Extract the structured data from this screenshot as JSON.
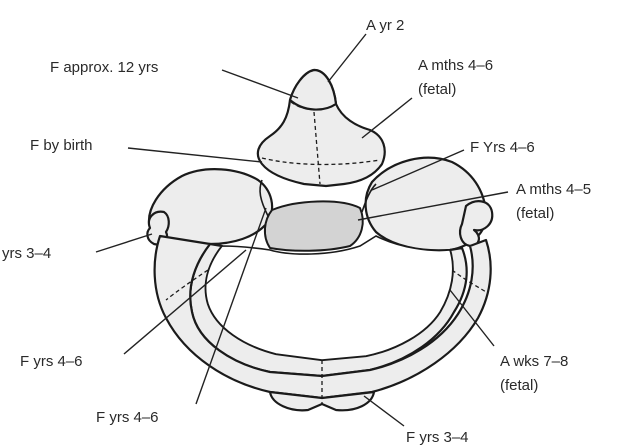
{
  "labels": {
    "a_yr2": "A yr 2",
    "f_approx_12": "F approx. 12 yrs",
    "a_mths_4_6_line1": "A mths 4–6",
    "a_mths_4_6_line2": "(fetal)",
    "f_by_birth": "F by birth",
    "f_yrs_4_6_right": "F Yrs 4–6",
    "a_mths_4_5_line1": "A mths 4–5",
    "a_mths_4_5_line2": "(fetal)",
    "yrs_3_4_left": "yrs 3–4",
    "f_yrs_4_6_left": "F yrs 4–6",
    "a_wks_7_8_line1": "A wks 7–8",
    "a_wks_7_8_line2": "(fetal)",
    "f_yrs_4_6_bottom": "F yrs 4–6",
    "f_yrs_3_4_bottom": "F yrs 3–4"
  }
}
